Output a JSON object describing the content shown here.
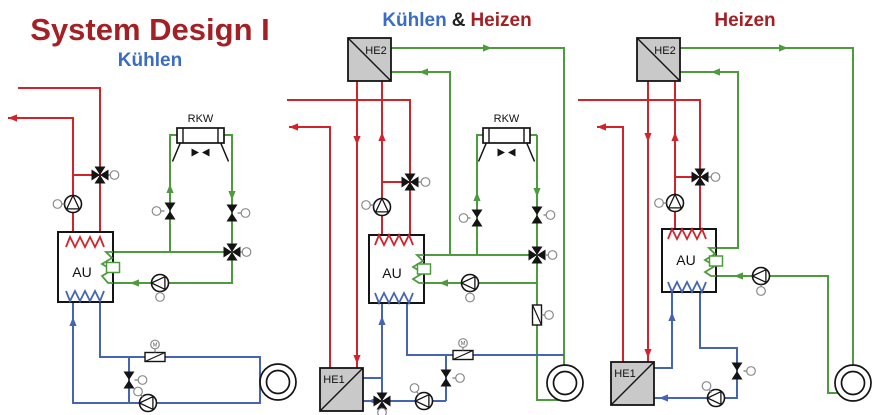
{
  "main_title": {
    "text": "System Design I"
  },
  "colors": {
    "pipe_red": "#d2232b",
    "pipe_green": "#4c9c3d",
    "pipe_blue": "#4565b2",
    "title_red": "#a32025",
    "title_blue": "#3b6cc4",
    "box_fill": "#c9c9c9"
  },
  "diagram_cooling": {
    "title": "Kühlen",
    "labels": {
      "rkw": "RKW",
      "au": "AU"
    }
  },
  "diagram_dual": {
    "title_cool": "Kühlen",
    "title_amp": "&",
    "title_heat": "Heizen",
    "labels": {
      "he2": "HE2",
      "rkw": "RKW",
      "au": "AU",
      "he1": "HE1"
    }
  },
  "diagram_heating": {
    "title": "Heizen",
    "labels": {
      "he2": "HE2",
      "au": "AU",
      "he1": "HE1"
    }
  },
  "symbols": {
    "actuator_motor": "M"
  }
}
